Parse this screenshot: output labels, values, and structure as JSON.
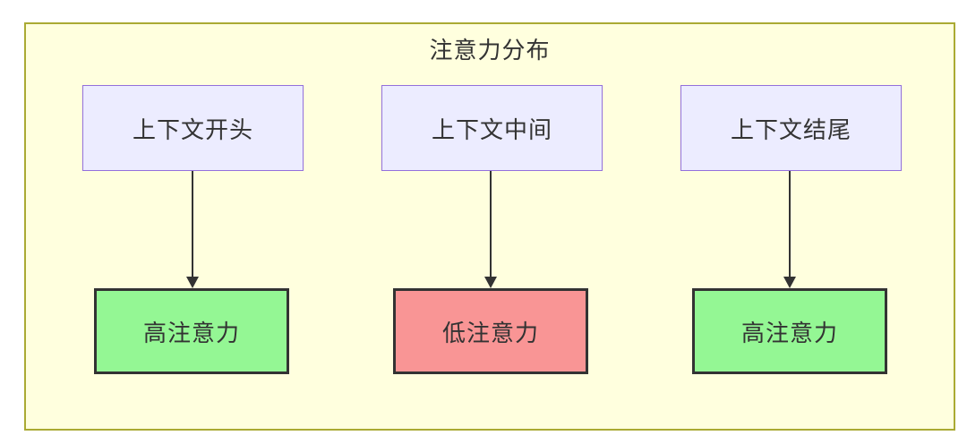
{
  "diagram": {
    "type": "flowchart",
    "title": "注意力分布",
    "nodes": {
      "top": [
        {
          "id": "context-start",
          "label": "上下文开头"
        },
        {
          "id": "context-middle",
          "label": "上下文中间"
        },
        {
          "id": "context-end",
          "label": "上下文结尾"
        }
      ],
      "bottom": [
        {
          "id": "attention-start",
          "label": "高注意力",
          "state": "high"
        },
        {
          "id": "attention-middle",
          "label": "低注意力",
          "state": "low"
        },
        {
          "id": "attention-end",
          "label": "高注意力",
          "state": "high"
        }
      ]
    },
    "edges": [
      {
        "from": "context-start",
        "to": "attention-start"
      },
      {
        "from": "context-middle",
        "to": "attention-middle"
      },
      {
        "from": "context-end",
        "to": "attention-end"
      }
    ],
    "colors": {
      "canvas_bg": "#ffffff",
      "container_fill": "#ffffde",
      "container_border": "#aaaa33",
      "context_fill": "#ececff",
      "context_border": "#9370db",
      "high_fill": "#94f794",
      "low_fill": "#f99595",
      "attention_border": "#333333",
      "arrow": "#333333",
      "text": "#333333"
    }
  }
}
